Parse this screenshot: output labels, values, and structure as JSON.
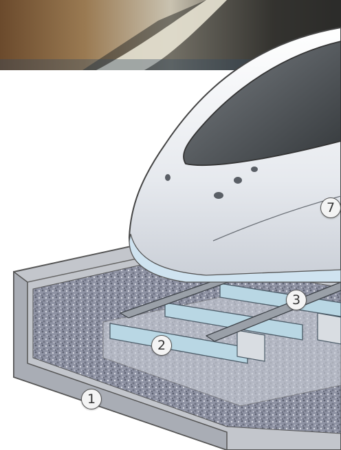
{
  "diagram": {
    "callouts": [
      {
        "id": "callout-1",
        "label": "1"
      },
      {
        "id": "callout-2",
        "label": "2"
      },
      {
        "id": "callout-3",
        "label": "3"
      },
      {
        "id": "callout-7",
        "label": "7"
      }
    ],
    "colors": {
      "photo_band": "#8a6f4e",
      "gravel": "#8f93a4",
      "slab": "#c9cdd6",
      "sleeper": "#b9d7e4",
      "rail": "#9aa0a8",
      "train_body": "#eef1f5",
      "train_window": "#4f5356",
      "train_stripe": "#cfe3f0"
    }
  }
}
